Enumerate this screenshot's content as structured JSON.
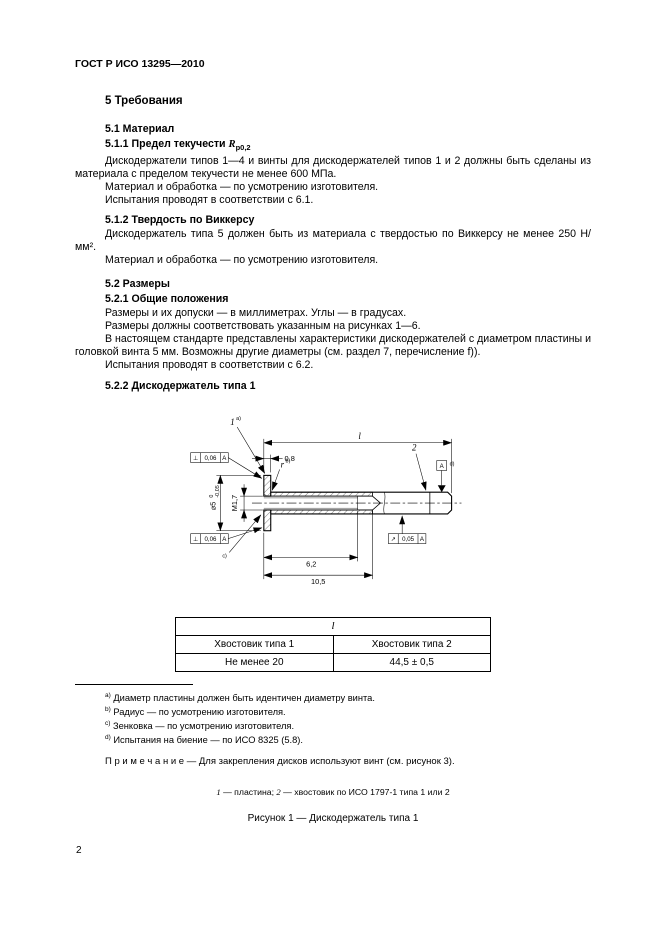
{
  "doc": {
    "header": "ГОСТ Р ИСО 13295—2010",
    "page_number": "2",
    "h_requirements": "5 Требования",
    "h_material": "5.1 Материал",
    "h_yield_prefix": "5.1.1 Предел текучести ",
    "h_yield_symbol": "R",
    "h_yield_sub": "p0,2",
    "p1": "Дискодержатели типов 1—4 и винты для дискодержателей типов 1 и 2 должны быть сделаны из материала с пределом текучести не менее 600 МПа.",
    "p2": "Материал и обработка — по усмотрению изготовителя.",
    "p3": "Испытания проводят в соответствии с 6.1.",
    "h_hardness": "5.1.2 Твердость по Виккерсу",
    "p4": "Дискодержатель типа 5 должен быть из материала с твердостью по Виккерсу не менее 250 Н/мм².",
    "p5": "Материал и обработка — по усмотрению изготовителя.",
    "h_dimensions": "5.2 Размеры",
    "h_general": "5.2.1 Общие положения",
    "p6": "Размеры и их допуски — в миллиметрах. Углы — в градусах.",
    "p7": "Размеры должны соответствовать указанным на рисунках 1—6.",
    "p8": "В настоящем стандарте представлены характеристики дискодержателей с диаметром пластины и головкой винта 5 мм. Возможны другие диаметры (см. раздел 7, перечисление f)).",
    "p9": "Испытания проводят в соответствии с 6.2.",
    "h_type1": "5.2.2 Дискодержатель типа 1"
  },
  "figure": {
    "callout_plate": "1",
    "callout_plate_sup": "a)",
    "callout_shank": "2",
    "callout_radius": "r",
    "callout_radius_sup": "b)",
    "callout_countersink": "c)",
    "callout_runout": "d)",
    "dim_overall": "l",
    "dim_plate_thickness": "0,8",
    "dim_thread": "M1,7",
    "dim_plate_dia": "⌀5",
    "dim_plate_dia_tol_upper": "0",
    "dim_plate_dia_tol_lower": "-0,05",
    "dim_thread_depth": "6,2",
    "dim_bore_depth": "10,5",
    "fcf_top": {
      "symbol": "⊥",
      "value": "0,06",
      "datum": "A"
    },
    "fcf_bottom_left": {
      "symbol": "⊥",
      "value": "0,06",
      "datum": "A"
    },
    "fcf_bottom_right": {
      "symbol": "↗",
      "value": "0,05",
      "datum": "A"
    },
    "datum_label": "A"
  },
  "table": {
    "title": "l",
    "col1_header": "Хвостовик типа 1",
    "col2_header": "Хвостовик типа 2",
    "col1_value": "Не менее 20",
    "col2_value": "44,5 ± 0,5"
  },
  "footnotes": {
    "a_marker": "a)",
    "a_text": " Диаметр пластины должен быть идентичен диаметру винта.",
    "b_marker": "b)",
    "b_text": " Радиус — по усмотрению изготовителя.",
    "c_marker": "c)",
    "c_text": " Зенковка — по усмотрению изготовителя.",
    "d_marker": "d)",
    "d_text": " Испытания на биение — по ИСО 8325 (5.8)."
  },
  "note": {
    "label": "П р и м е ч а н и е — ",
    "text": "Для закрепления дисков используют винт (см. рисунок 3)."
  },
  "legend": {
    "item1_num": "1",
    "item1_text": " — пластина; ",
    "item2_num": "2",
    "item2_text": " — хвостовик по ИСО 1797-1 типа 1 или 2"
  },
  "caption": "Рисунок 1 — Дискодержатель типа 1"
}
